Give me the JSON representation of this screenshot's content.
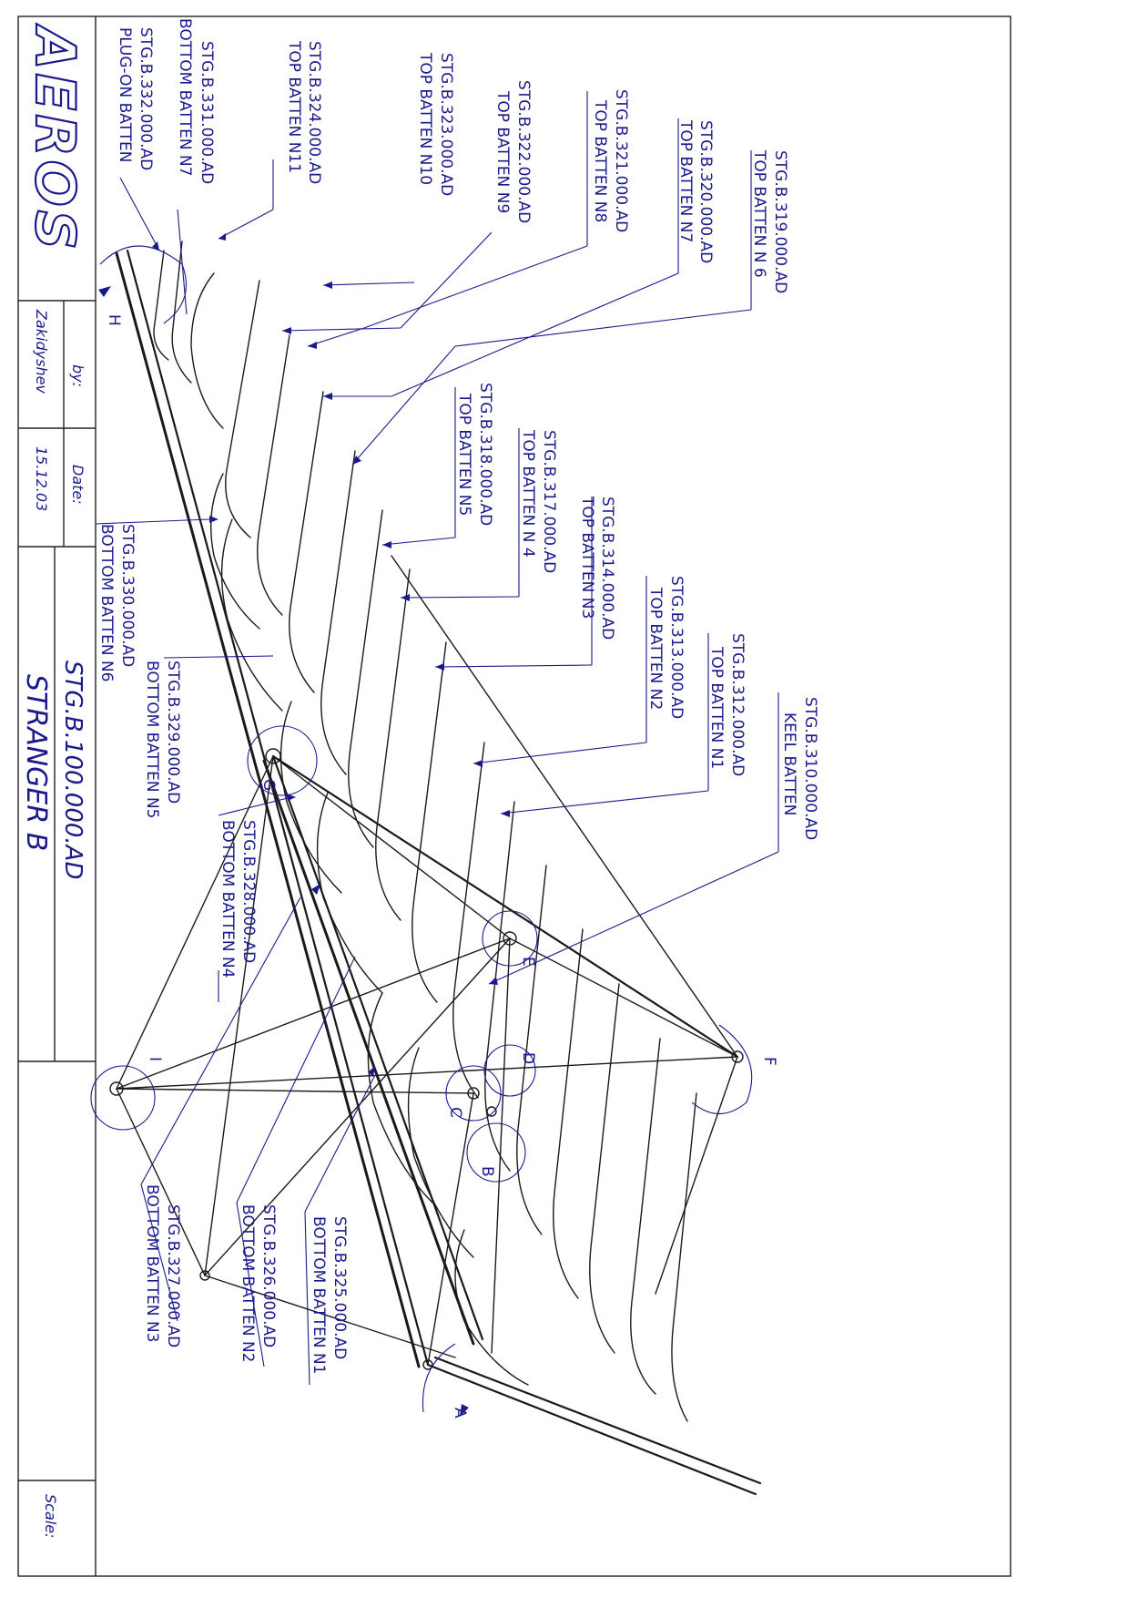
{
  "title_block": {
    "logo": "AEROS",
    "by_label": "by:",
    "date_label": "Date:",
    "author": "Zakidyshev",
    "date": "15.12.03",
    "drawing_number": "STG.B.100.000.AD",
    "drawing_name": "STRANGER B",
    "scale_label": "Scale:"
  },
  "callouts": [
    {
      "part": "STG.B.332.000.AD",
      "desc": "PLUG-ON BATTEN"
    },
    {
      "part": "STG.B.331.000.AD",
      "desc": "BOTTOM BATTEN N7"
    },
    {
      "part": "STG.B.324.000.AD",
      "desc": "TOP BATTEN N11"
    },
    {
      "part": "STG.B.323.000.AD",
      "desc": "TOP BATTEN N10"
    },
    {
      "part": "STG.B.322.000.AD",
      "desc": "TOP BATTEN N9"
    },
    {
      "part": "STG.B.321.000.AD",
      "desc": "TOP BATTEN N8"
    },
    {
      "part": "STG.B.320.000.AD",
      "desc": "TOP BATTEN N7"
    },
    {
      "part": "STG.B.319.000.AD",
      "desc": "TOP BATTEN N 6"
    },
    {
      "part": "STG.B.318.000.AD",
      "desc": "TOP BATTEN N5"
    },
    {
      "part": "STG.B.317.000.AD",
      "desc": "TOP BATTEN N 4"
    },
    {
      "part": "STG.B.314.000.AD",
      "desc": "TOP BATTEN N3"
    },
    {
      "part": "STG.B.313.000.AD",
      "desc": "TOP BATTEN N2"
    },
    {
      "part": "STG.B.312.000.AD",
      "desc": "TOP BATTEN N1"
    },
    {
      "part": "STG.B.310.000.AD",
      "desc": "KEEL BATTEN"
    },
    {
      "part": "STG.B.330.000.AD",
      "desc": "BOTTOM BATTEN N6"
    },
    {
      "part": "STG.B.329.000.AD",
      "desc": "BOTTOM BATTEN N5"
    },
    {
      "part": "STG.B.328.000.AD",
      "desc": "BOTTOM BATTEN N4"
    },
    {
      "part": "STG.B.327.000.AD",
      "desc": "BOTTOM BATTEN N3"
    },
    {
      "part": "STG.B.326.000.AD",
      "desc": "BOTTOM BATTEN N2"
    },
    {
      "part": "STG.B.325.000.AD",
      "desc": "BOTTOM BATTEN N1"
    }
  ],
  "detail_markers": [
    "A",
    "B",
    "C",
    "D",
    "E",
    "F",
    "G",
    "H",
    "I"
  ]
}
